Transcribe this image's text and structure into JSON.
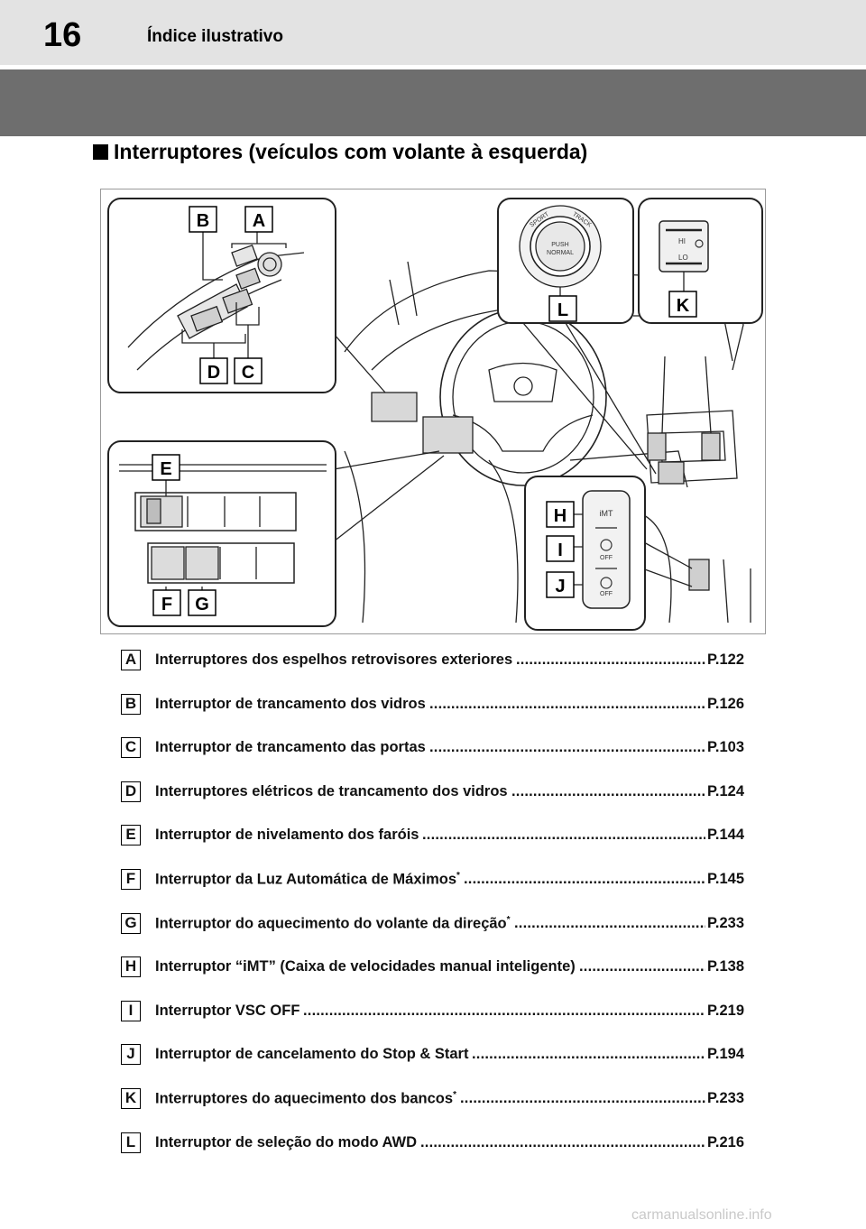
{
  "header": {
    "page_number": "16",
    "title": "Índice ilustrativo"
  },
  "section": {
    "title": "Interruptores (veículos com volante à esquerda)"
  },
  "figure": {
    "callouts": [
      "A",
      "B",
      "C",
      "D",
      "E",
      "F",
      "G",
      "H",
      "I",
      "J",
      "K",
      "L"
    ],
    "switch_labels": {
      "push": "PUSH",
      "normal": "NORMAL",
      "sport": "SPORT",
      "track": "TRACK",
      "hi": "HI",
      "lo": "LO",
      "imt": "iMT",
      "off1": "OFF",
      "off2": "OFF"
    }
  },
  "items": [
    {
      "letter": "A",
      "text": "Interruptores dos espelhos retrovisores exteriores",
      "sup": "",
      "page": "P.122"
    },
    {
      "letter": "B",
      "text": "Interruptor de trancamento dos vidros",
      "sup": "",
      "page": "P.126"
    },
    {
      "letter": "C",
      "text": "Interruptor de trancamento das portas",
      "sup": "",
      "page": "P.103"
    },
    {
      "letter": "D",
      "text": "Interruptores elétricos de trancamento dos vidros",
      "sup": "",
      "page": "P.124"
    },
    {
      "letter": "E",
      "text": "Interruptor de nivelamento dos faróis",
      "sup": "",
      "page": "P.144"
    },
    {
      "letter": "F",
      "text": "Interruptor da Luz Automática de Máximos",
      "sup": "*",
      "page": "P.145"
    },
    {
      "letter": "G",
      "text": "Interruptor do aquecimento do volante da direção",
      "sup": "*",
      "page": "P.233"
    },
    {
      "letter": "H",
      "text": "Interruptor “iMT” (Caixa de velocidades manual inteligente)",
      "sup": "",
      "page": "P.138"
    },
    {
      "letter": "I",
      "text": "Interruptor VSC OFF",
      "sup": "",
      "page": "P.219"
    },
    {
      "letter": "J",
      "text": "Interruptor de cancelamento do Stop & Start",
      "sup": "",
      "page": "P.194"
    },
    {
      "letter": "K",
      "text": "Interruptores do aquecimento dos bancos",
      "sup": "*",
      "page": "P.233"
    },
    {
      "letter": "L",
      "text": "Interruptor de seleção do modo AWD",
      "sup": "",
      "page": "P.216"
    }
  ],
  "watermark": "carmanualsonline.info"
}
